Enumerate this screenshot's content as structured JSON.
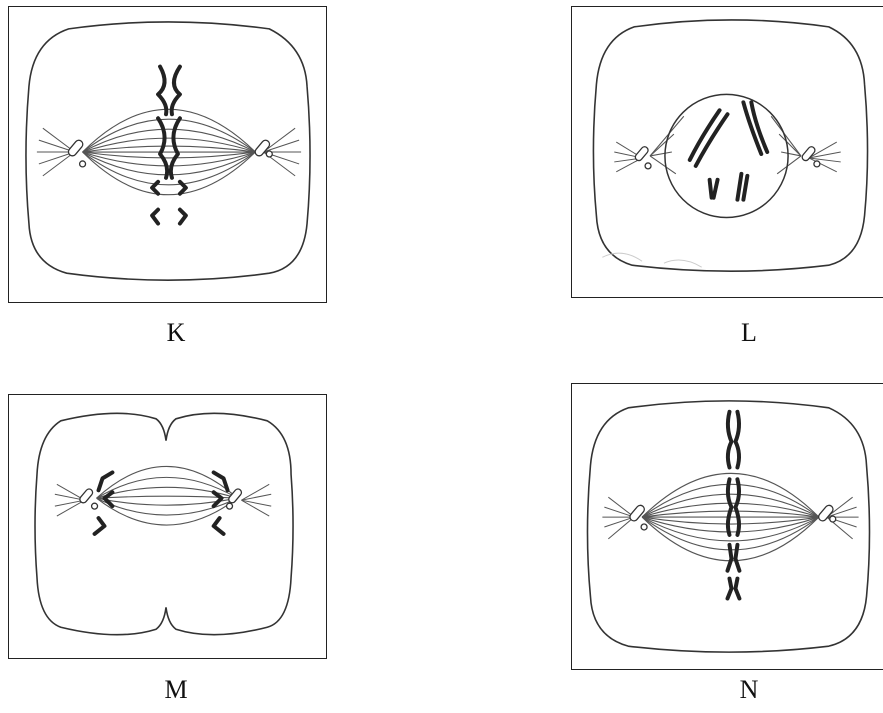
{
  "panels": [
    {
      "id": "k",
      "label": "K"
    },
    {
      "id": "l",
      "label": "L"
    },
    {
      "id": "m",
      "label": "M"
    },
    {
      "id": "n",
      "label": "N"
    }
  ]
}
